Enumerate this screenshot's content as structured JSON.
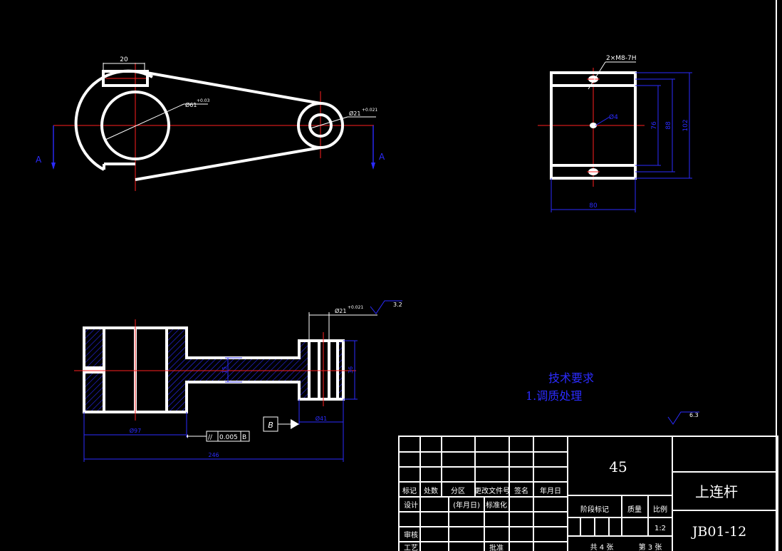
{
  "top_view": {
    "dim_width": "20",
    "dim_large_bore": "Ø61",
    "dim_large_bore_tol": "+0.03",
    "dim_small_bore": "Ø21",
    "dim_small_bore_tol": "+0.021",
    "section_left": "A",
    "section_right": "A"
  },
  "side_view": {
    "thread_note": "2×M8-7H",
    "dim_hole": "Ø4",
    "dim_inner": "76",
    "dim_mid": "88",
    "dim_outer": "102",
    "dim_width": "80"
  },
  "section_view": {
    "dim_bore": "Ø21",
    "dim_bore_tol": "+0.021",
    "roughness_bore": "3.2",
    "dim_neck": "15",
    "dim_end_height": "36",
    "dim_left_length": "Ø97",
    "dim_right_length": "Ø41",
    "dim_total_length": "246",
    "tolerance_symbol": "//",
    "tolerance_value": "0.005",
    "tolerance_datum": "B",
    "datum_label": "B"
  },
  "notes": {
    "title": "技术要求",
    "item1": "1.调质处理",
    "general_roughness": "6.3"
  },
  "title_block": {
    "material": "45",
    "part_name": "上连杆",
    "drawing_no": "JB01-12",
    "h_mark": "标记",
    "h_count": "处数",
    "h_zone": "分区",
    "h_change_doc": "更改文件号",
    "h_sign": "签名",
    "h_date": "年月日",
    "r_design": "设计",
    "r_date_paren": "(年月日)",
    "r_standard": "标准化",
    "r_review": "审核",
    "r_process": "工艺",
    "r_approve": "批准",
    "stage_mark": "阶段标记",
    "weight": "质量",
    "scale_label": "比例",
    "scale": "1:2",
    "total_sheets": "共 4 张",
    "sheet_no": "第 3 张"
  }
}
